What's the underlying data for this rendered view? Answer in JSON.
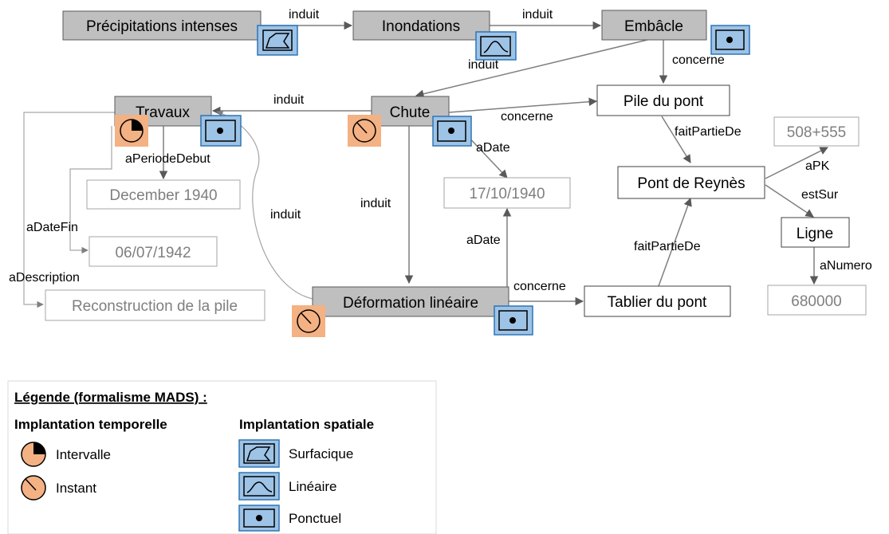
{
  "nodes": {
    "precipitations": "Précipitations intenses",
    "inondations": "Inondations",
    "embacle": "Embâcle",
    "travaux": "Travaux",
    "chute": "Chute",
    "pile": "Pile du pont",
    "pont": "Pont de Reynès",
    "deformation": "Déformation linéaire",
    "tablier": "Tablier du pont",
    "ligne": "Ligne"
  },
  "values": {
    "pk": "508+555",
    "date_chute": "17/10/1940",
    "debut": "December 1940",
    "fin": "06/07/1942",
    "description": "Reconstruction de la pile",
    "numero": "680000"
  },
  "relations": {
    "induit": "induit",
    "concerne": "concerne",
    "faitPartieDe": "faitPartieDe",
    "aDate": "aDate",
    "aPK": "aPK",
    "estSur": "estSur",
    "aNumero": "aNumero",
    "aPeriodeDebut": "aPeriodeDebut",
    "aDateFin": "aDateFin",
    "aDescription": "aDescription"
  },
  "legend": {
    "title": "Légende (formalisme MADS) :",
    "temporal_heading": "Implantation temporelle",
    "spatial_heading": "Implantation spatiale",
    "interval": "Intervalle",
    "instant": "Instant",
    "surface": "Surfacique",
    "linear": "Linéaire",
    "point": "Ponctuel"
  },
  "colors": {
    "event_fill": "#bfbfbf",
    "spatial_fill": "#9dc3e6",
    "temporal_fill": "#f4b183"
  }
}
